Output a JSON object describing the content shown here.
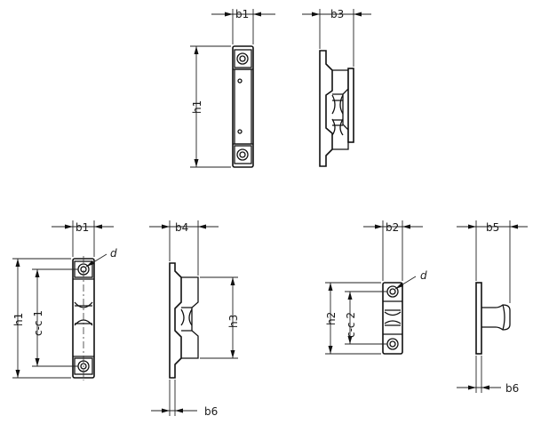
{
  "labels": {
    "b1_top": "b1",
    "b3": "b3",
    "h1_top": "h1",
    "b1_left": "b1",
    "d_left": "d",
    "h1_left": "h1",
    "cc1": "c-c 1",
    "b4": "b4",
    "h3": "h3",
    "b6_mid": "b6",
    "b2": "b2",
    "d_right": "d",
    "h2": "h2",
    "cc2": "c-c 2",
    "b5": "b5",
    "b6_right": "b6"
  }
}
